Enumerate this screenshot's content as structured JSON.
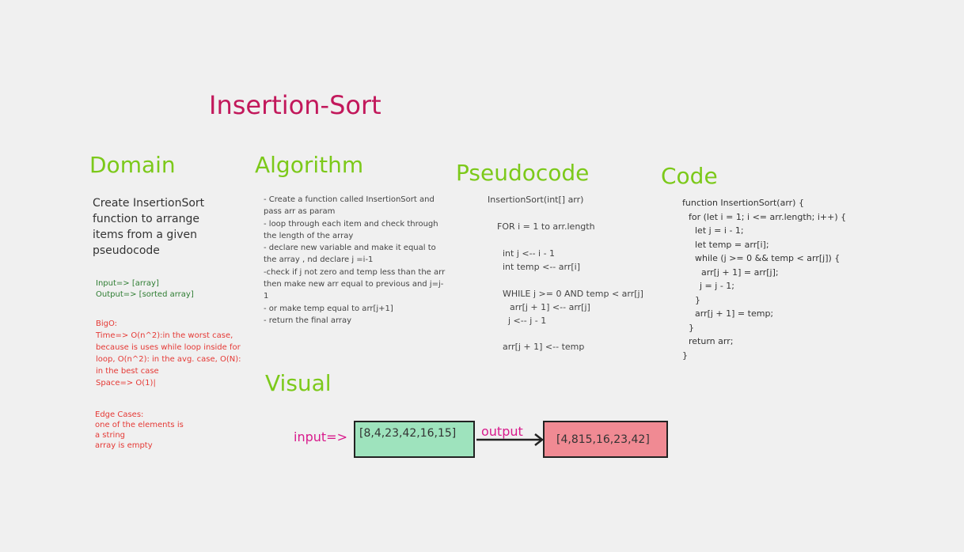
{
  "title": "Insertion-Sort",
  "headings": {
    "domain": "Domain",
    "algorithm": "Algorithm",
    "pseudocode": "Pseudocode",
    "code": "Code",
    "visual": "Visual"
  },
  "domain": {
    "description": "Create InsertionSort function to arrange items from a given pseudocode",
    "input": "Input=> [array]",
    "output": "Output=> [sorted array]",
    "bigo_title": "BigO:",
    "bigo_text": "Time=> O(n^2):in the worst case, because is uses while loop inside for loop, O(n^2): in the avg. case, O(N): in the best case",
    "space": "Space=> O(1)|",
    "edge_title": "Edge Cases:",
    "edge_1": "one of the elements is a string",
    "edge_2": "array is empty"
  },
  "algorithm": [
    "- Create a function called InsertionSort and pass arr as param",
    "- loop through each item and check through the length of the array",
    "- declare new variable and make it equal to the array , nd declare j =i-1",
    "-check if j not zero and temp less than the arr then make new arr equal to previous and j=j-1",
    "- or make temp equal to arr[j+1]",
    "- return the final array"
  ],
  "pseudocode": [
    "InsertionSort(int[] arr)",
    "FOR i = 1 to arr.length",
    "int j <-- i - 1",
    "int temp <-- arr[i]",
    "WHILE j >= 0 AND temp < arr[j]",
    "arr[j + 1] <-- arr[j]",
    "j <-- j - 1",
    "arr[j + 1] <-- temp"
  ],
  "code": [
    "function InsertionSort(arr) {",
    "for (let i = 1; i <= arr.length; i++) {",
    "let j = i - 1;",
    "let temp = arr[i];",
    "while (j >= 0 && temp < arr[j]) {",
    "arr[j + 1] = arr[j];",
    "j = j - 1;",
    "}",
    "arr[j + 1] = temp;",
    "}",
    "return arr;",
    "}"
  ],
  "visual": {
    "input_label": "input=>",
    "input_array": "[8,4,23,42,16,15]",
    "output_label": "output",
    "output_array": "[4,815,16,23,42]"
  },
  "colors": {
    "background": "#f0f0f0",
    "title": "#c2185b",
    "heading": "#7cc91a",
    "input_box": "#9ee3bd",
    "output_box": "#f08a93",
    "accent_pink": "#d81b8c",
    "red_text": "#e53935",
    "green_text": "#2e7d32"
  }
}
